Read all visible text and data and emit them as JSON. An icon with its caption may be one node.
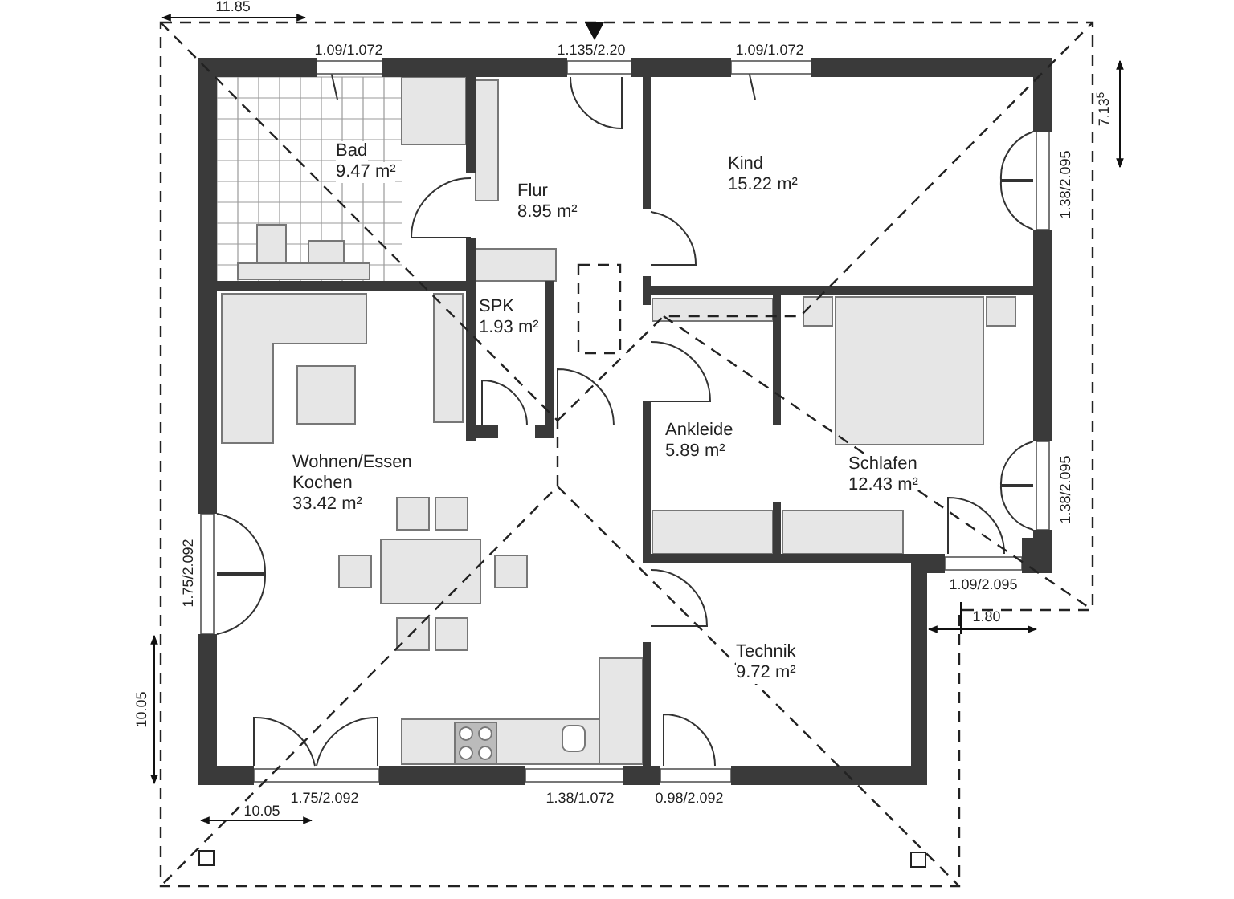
{
  "diagram": {
    "nodes": [
      {
        "text": [
          "Bad",
          "9.47 m²"
        ]
      },
      {
        "text": [
          "Flur",
          "8.95 m²"
        ]
      },
      {
        "text": [
          "Kind",
          "15.22 m²"
        ]
      },
      {
        "text": [
          "SPK",
          "1.93 m²"
        ]
      },
      {
        "text": [
          "Wohnen/Essen Kochen",
          "33.42 m²"
        ]
      },
      {
        "text": [
          "Ankleide",
          "5.89 m²"
        ]
      },
      {
        "text": [
          "Schlafen",
          "12.43 m²"
        ]
      },
      {
        "text": [
          "Technik",
          "9.72 m²"
        ]
      }
    ],
    "labels": [
      "11.85",
      "1.09/1.072",
      "1.135/2.20",
      "1.09/1.072",
      "7.13$^{5}$",
      "1.38/2.095",
      "1.38/2.095",
      "1.75/2.092",
      "1.09/2.095",
      "1.80",
      "10.05",
      "1.75/2.092",
      "1.38/1.072",
      "0.98/2.092",
      "10.05"
    ]
  }
}
